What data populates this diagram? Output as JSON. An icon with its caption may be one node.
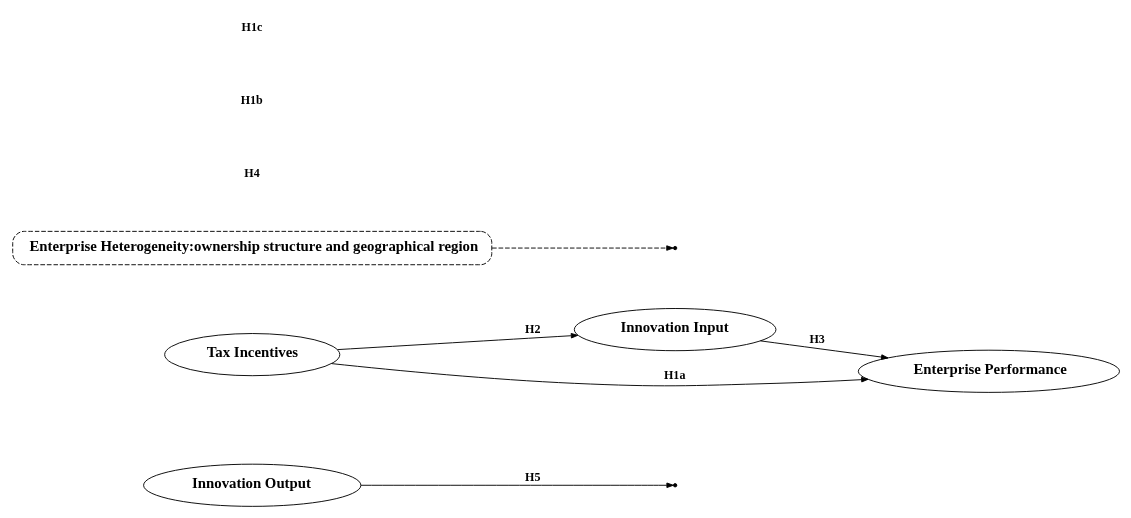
{
  "diagram": {
    "nodes": [
      {
        "text": [
          "Innovation Output"
        ]
      },
      {
        "text": [
          "Innovation Input"
        ]
      },
      {
        "text": [
          "Tax Incentives"
        ]
      },
      {
        "text": [
          "Enterprise Performance"
        ]
      },
      {
        "text": [
          "Enterprise Heterogeneity:ownership structure and geographical region"
        ]
      }
    ],
    "edges": [
      {
        "from": 2,
        "to": 1,
        "arrow": "to",
        "label": "H2"
      },
      {
        "from": 1,
        "to": 3,
        "arrow": "to",
        "label": "H3"
      },
      {
        "from": 2,
        "to": 3,
        "arrow": "to",
        "label": "H1a"
      },
      {
        "from": 0,
        "to": null,
        "arrow": "to",
        "label": "H5"
      },
      {
        "from": 4,
        "to": null,
        "arrow": "to",
        "style": "dashed"
      }
    ],
    "labels": [
      "H4",
      "H1b",
      "H1c"
    ]
  }
}
